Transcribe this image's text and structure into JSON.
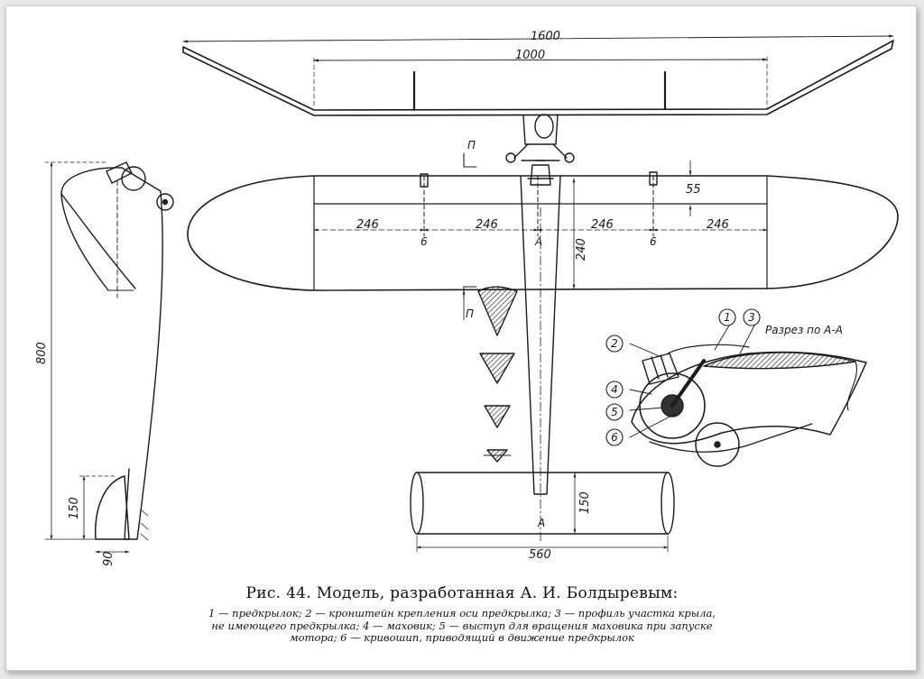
{
  "figure": {
    "dimensions": {
      "wing_span_outer": "1600",
      "wing_span_inner": "1000",
      "rib_spacing_1": "246",
      "rib_spacing_2": "246",
      "rib_spacing_3": "246",
      "rib_spacing_4": "246",
      "chord": "240",
      "slat_width": "55",
      "length": "800",
      "fin_height": "150",
      "fin_base": "90",
      "stabilizer_chord": "150",
      "stabilizer_span": "560"
    },
    "marks": {
      "rib_mark_left": "6",
      "rib_mark_right": "6",
      "center_mark": "A",
      "section_top": "П",
      "section_bottom": "П",
      "tail_mark": "A"
    },
    "callouts": [
      "1",
      "2",
      "3",
      "4",
      "5",
      "6"
    ],
    "section_label": "Разрез по А-А"
  },
  "caption": {
    "title": "Рис. 44. Модель, разработанная А. И. Болдыревым:",
    "legend_line1": "1 — предкрылок; 2 — кронштейн крепления оси предкрылка; 3 — профиль участка крыла,",
    "legend_line2": "не имеющего предкрылка; 4 — маховик; 5 — выступ для вращения маховика при запуске",
    "legend_line3": "мотора; 6 — кривошип, приводящий в движение предкрылок"
  }
}
